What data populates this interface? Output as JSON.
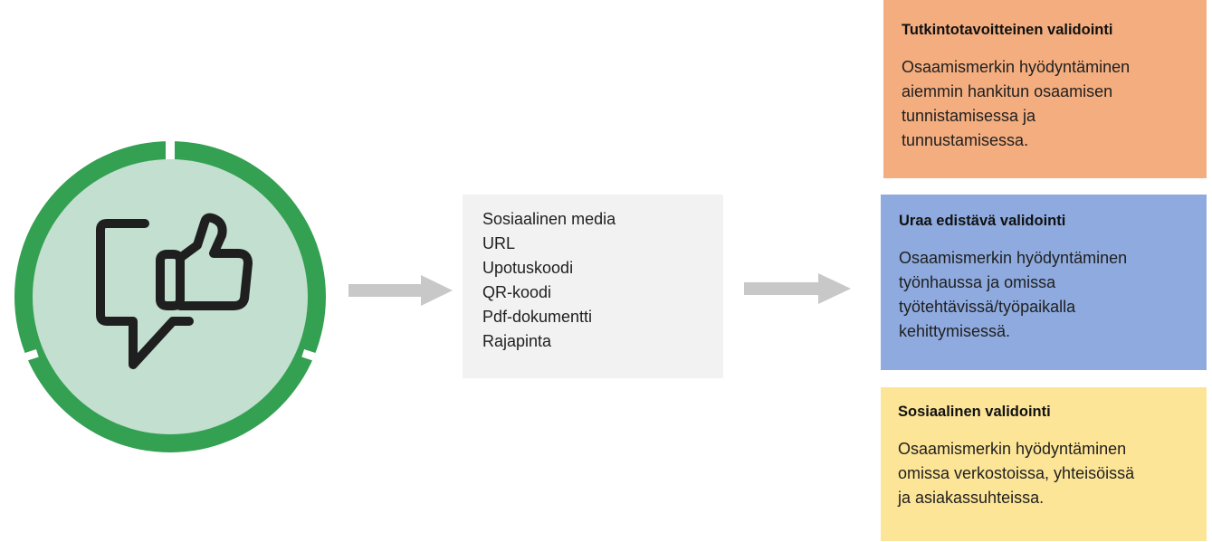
{
  "icon": {
    "name": "thumbs-up-chat-icon"
  },
  "colors": {
    "ring": "#33a052",
    "inner_circle": "#c3dfcf",
    "icon_stroke": "#1f1f1f",
    "arrow": "#c8c8c8",
    "channels_bg": "#f2f2f2",
    "degree_box": "#f3ad7f",
    "career_box": "#8eaade",
    "social_box": "#fde597"
  },
  "channels": {
    "items": [
      "Sosiaalinen media",
      "URL",
      "Upotuskoodi",
      "QR-koodi",
      "Pdf-dokumentti",
      "Rajapinta"
    ]
  },
  "validations": {
    "degree": {
      "title": "Tutkintotavoitteinen validointi",
      "desc_lines": [
        "Osaamismerkin hyödyntäminen",
        "aiemmin hankitun osaamisen",
        "tunnistamisessa ja",
        "tunnustamisessa."
      ]
    },
    "career": {
      "title": "Uraa edistävä validointi",
      "desc_lines": [
        "Osaamismerkin hyödyntäminen",
        "työnhaussa ja omissa",
        "työtehtävissä/työpaikalla",
        "kehittymisessä."
      ]
    },
    "social": {
      "title": "Sosiaalinen validointi",
      "desc_lines": [
        "Osaamismerkin hyödyntäminen",
        "omissa verkostoissa, yhteisöissä",
        "ja asiakassuhteissa."
      ]
    }
  }
}
